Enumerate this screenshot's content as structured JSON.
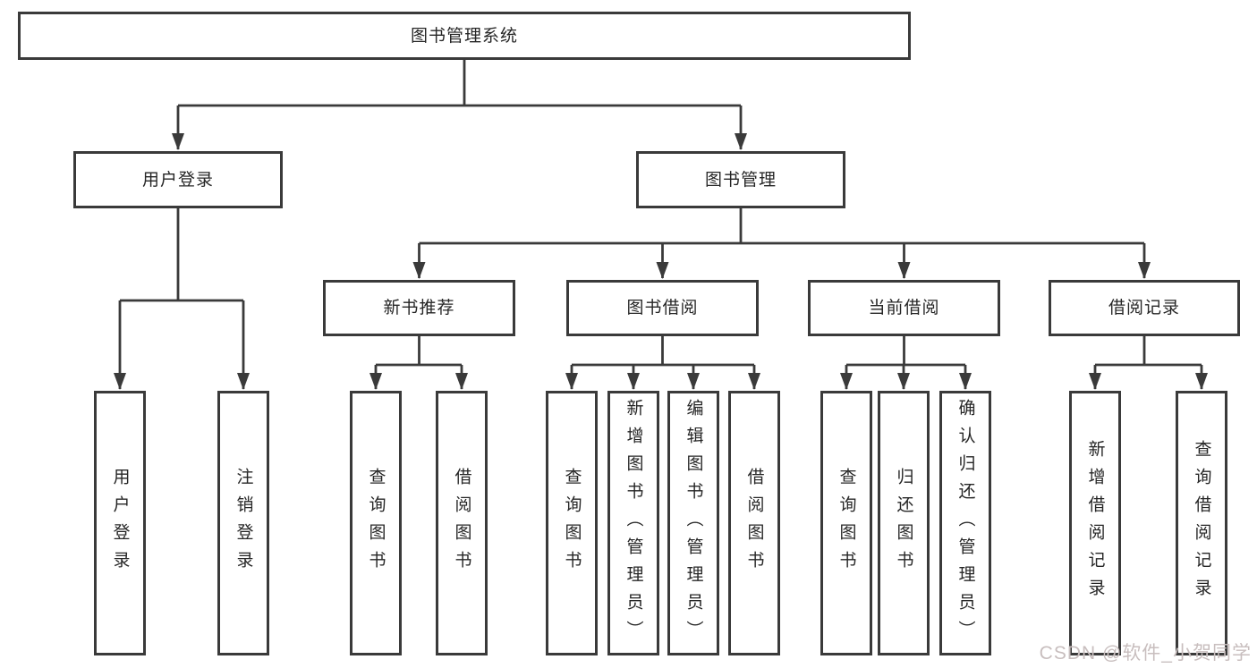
{
  "tree": {
    "label": "图书管理系统",
    "children": [
      {
        "label": "用户登录",
        "children": [
          {
            "label": "用户登录"
          },
          {
            "label": "注销登录"
          }
        ]
      },
      {
        "label": "图书管理",
        "children": [
          {
            "label": "新书推荐",
            "children": [
              {
                "label": "查询图书"
              },
              {
                "label": "借阅图书"
              }
            ]
          },
          {
            "label": "图书借阅",
            "children": [
              {
                "label": "查询图书"
              },
              {
                "label": "新增图书（管理员）"
              },
              {
                "label": "编辑图书（管理员）"
              },
              {
                "label": "借阅图书"
              }
            ]
          },
          {
            "label": "当前借阅",
            "children": [
              {
                "label": "查询图书"
              },
              {
                "label": "归还图书"
              },
              {
                "label": "确认归还（管理员）"
              }
            ]
          },
          {
            "label": "借阅记录",
            "children": [
              {
                "label": "新增借阅记录"
              },
              {
                "label": "查询借阅记录"
              }
            ]
          }
        ]
      }
    ]
  },
  "watermark": {
    "text": "CSDN @软件_小贺同学"
  },
  "colors": {
    "line": "#3a3a3a",
    "border": "#3a3a3a",
    "text": "#262626",
    "watermark": "#c8bebe",
    "background": "#ffffff"
  }
}
